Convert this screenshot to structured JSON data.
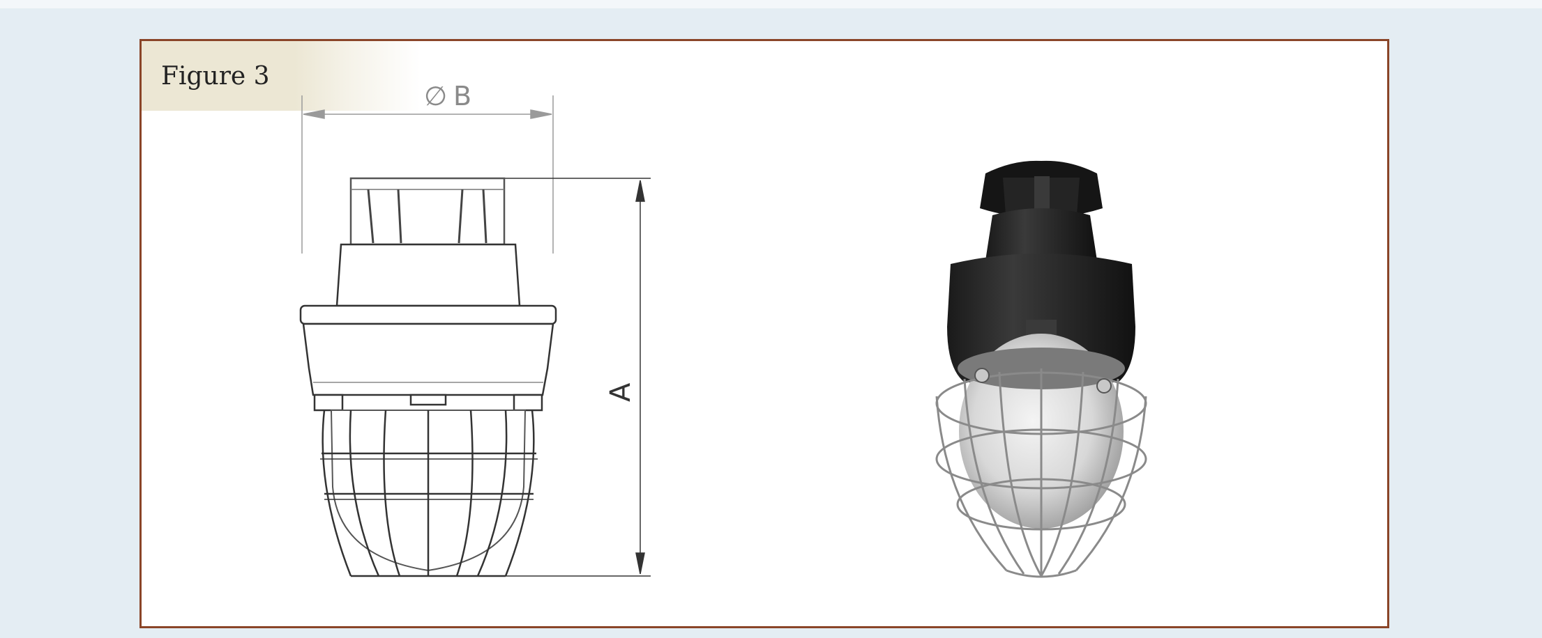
{
  "figure": {
    "label": "Figure 3"
  },
  "drawing": {
    "diameter_symbol": "∅",
    "dim_b_label": "B",
    "dim_a_label": "A"
  },
  "colors": {
    "frame_border": "#8a4528",
    "label_bg": "#ece7d4",
    "page_bg": "#e4edf3",
    "lamp_body": "#2b2b2b",
    "dimension_lines": "#8a8a8a"
  }
}
